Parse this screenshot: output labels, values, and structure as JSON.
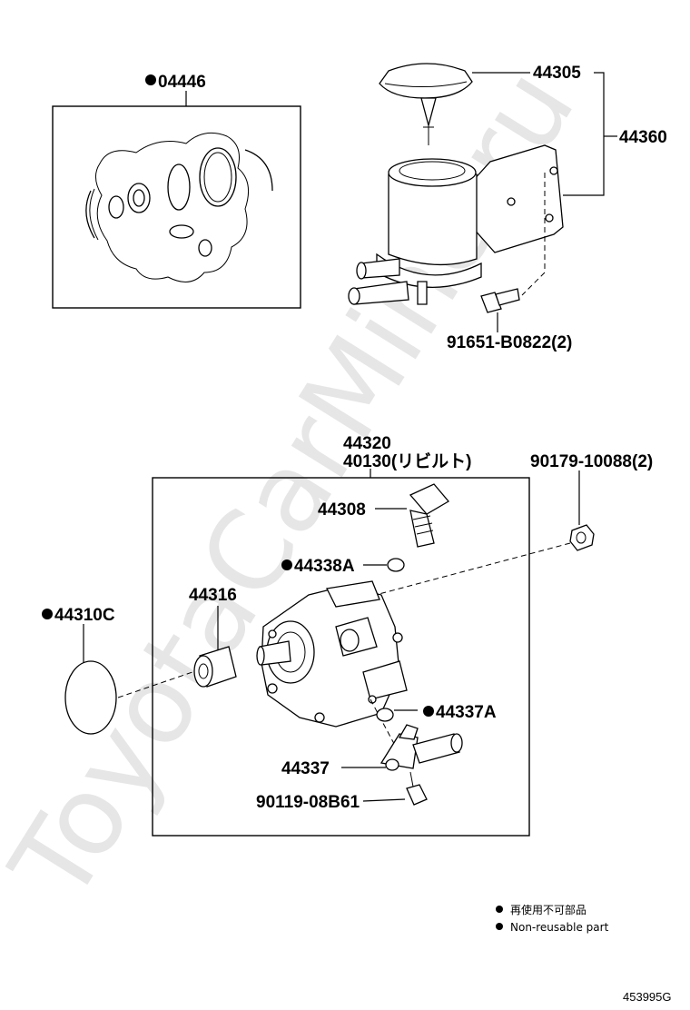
{
  "watermark": "ToyotaCarMine.ru",
  "labels": {
    "p04446": "04446",
    "p44305": "44305",
    "p44360": "44360",
    "p91651": "91651-B0822(2)",
    "p44320": "44320",
    "p40130": "40130(リビルト)",
    "p90179": "90179-10088(2)",
    "p44308": "44308",
    "p44338A": "44338A",
    "p44316": "44316",
    "p44310C": "44310C",
    "p44337A": "44337A",
    "p44337": "44337",
    "p90119": "90119-08B61"
  },
  "legend": {
    "jp": "再使用不可部品",
    "en": "Non-reusable part"
  },
  "diagram_code": "453995G"
}
